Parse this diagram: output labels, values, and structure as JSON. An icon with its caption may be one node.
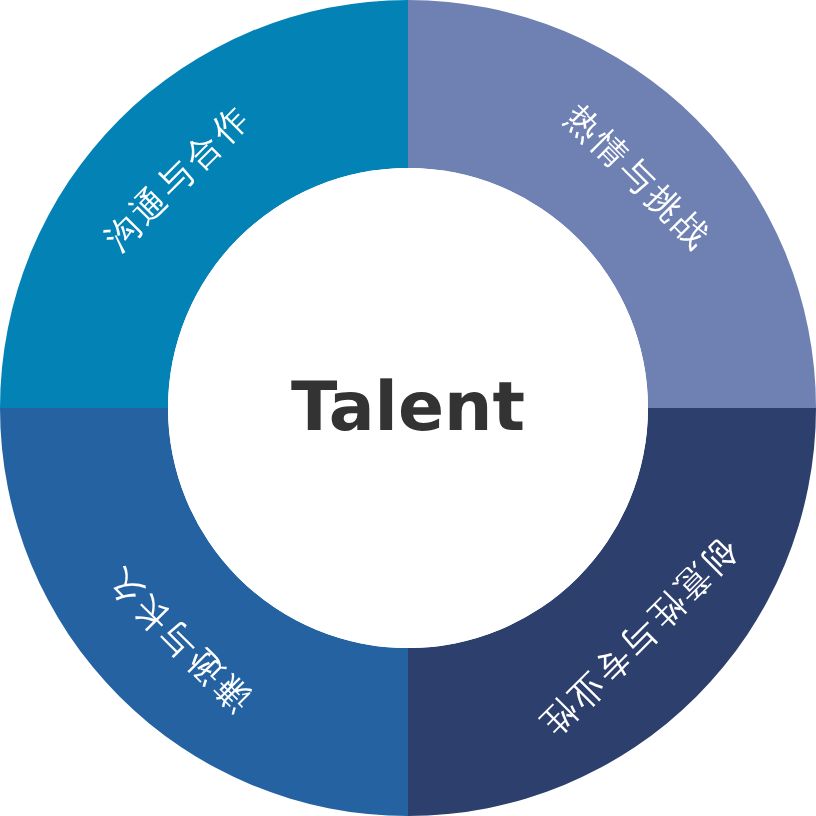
{
  "diagram": {
    "nodes": [
      {
        "text": [
          "沟通与合作"
        ]
      },
      {
        "text": [
          "热情与挑战"
        ]
      },
      {
        "text": [
          "Talent"
        ]
      },
      {
        "text": [
          "谦逊与长久"
        ]
      },
      {
        "text": [
          "创意性与专业性"
        ]
      }
    ]
  }
}
